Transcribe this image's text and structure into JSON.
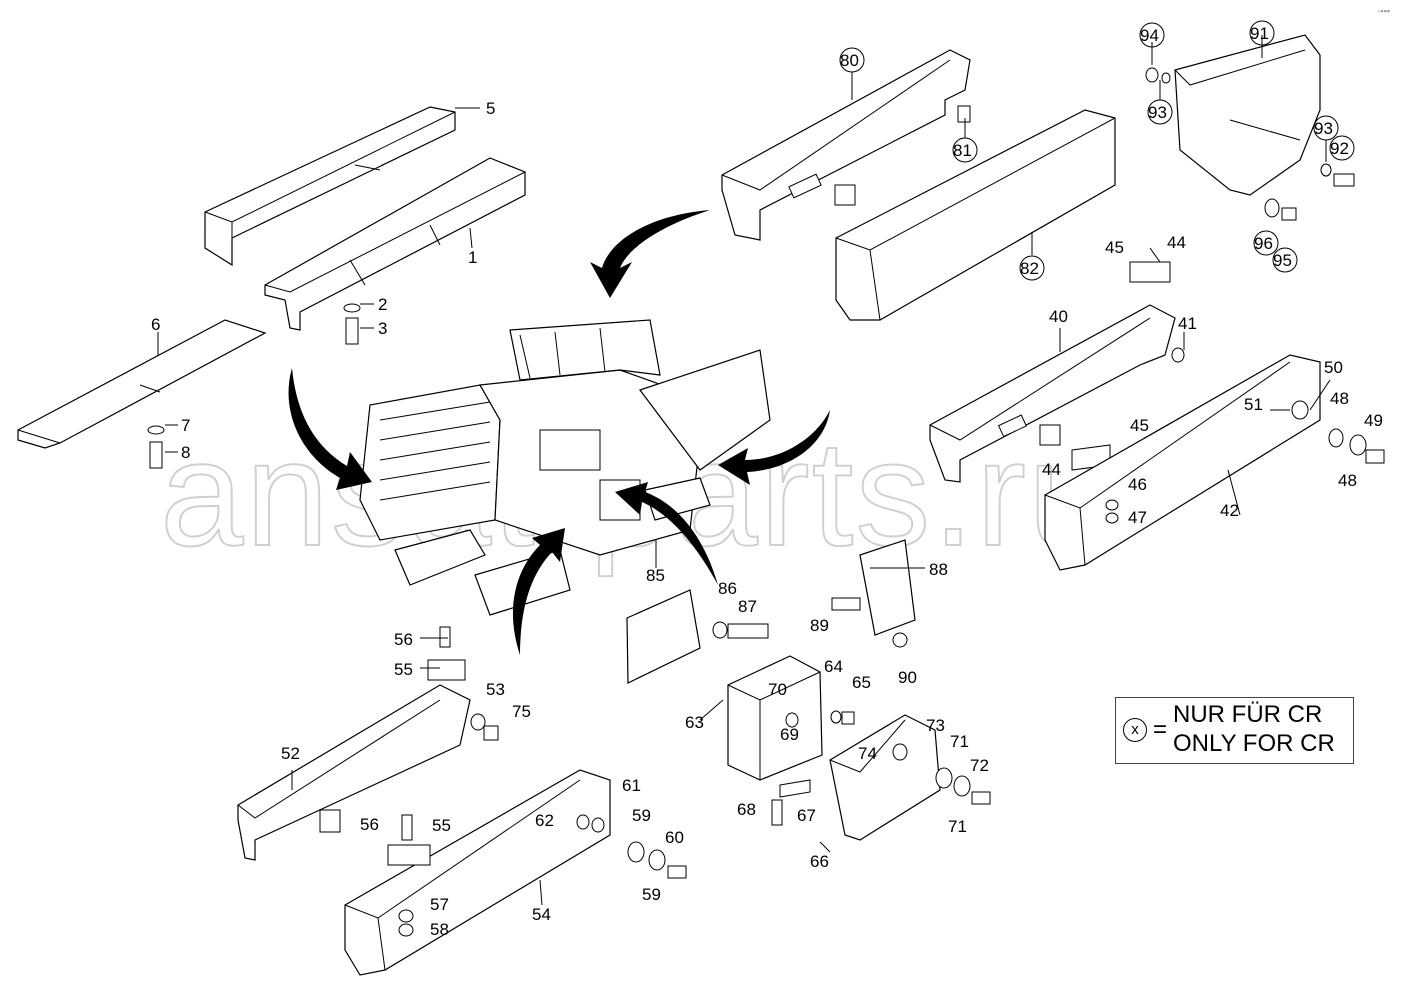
{
  "watermark": "ansat-parts.ru",
  "corner_mark": "◦▪▪▪",
  "legend": {
    "symbol": "x",
    "equals": "=",
    "line1": "NUR FÜR CR",
    "line2": "ONLY FOR CR"
  },
  "labels": {
    "p1": "1",
    "p2": "2",
    "p3": "3",
    "p5": "5",
    "p6": "6",
    "p7": "7",
    "p8": "8",
    "p40": "40",
    "p41": "41",
    "p42": "42",
    "p44a": "44",
    "p44b": "44",
    "p45a": "45",
    "p45b": "45",
    "p46": "46",
    "p47": "47",
    "p48a": "48",
    "p48b": "48",
    "p49": "49",
    "p50": "50",
    "p51": "51",
    "p52": "52",
    "p53": "53",
    "p54": "54",
    "p55a": "55",
    "p55b": "55",
    "p56a": "56",
    "p56b": "56",
    "p57": "57",
    "p58": "58",
    "p59a": "59",
    "p59b": "59",
    "p60": "60",
    "p61": "61",
    "p62": "62",
    "p63": "63",
    "p64": "64",
    "p65": "65",
    "p66": "66",
    "p67": "67",
    "p68": "68",
    "p69": "69",
    "p70": "70",
    "p71a": "71",
    "p71b": "71",
    "p72": "72",
    "p73": "73",
    "p74": "74",
    "p75": "75",
    "p80": "80",
    "p81": "81",
    "p82": "82",
    "p85": "85",
    "p86": "86",
    "p87": "87",
    "p88": "88",
    "p89": "89",
    "p90": "90",
    "p91": "91",
    "p92": "92",
    "p93a": "93",
    "p93b": "93",
    "p94": "94",
    "p95": "95",
    "p96": "96"
  }
}
